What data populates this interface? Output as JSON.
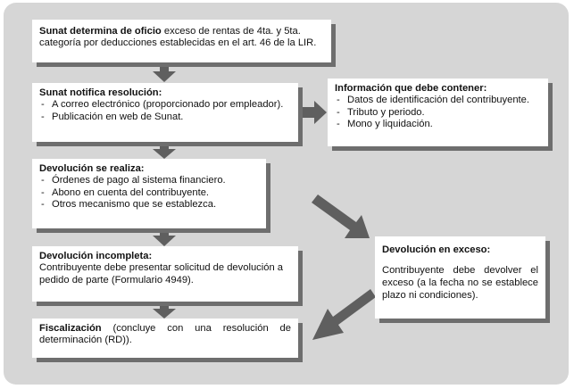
{
  "box1": {
    "head": "Sunat determina de oficio",
    "text": "exceso de rentas de 4ta. y 5ta. categoría por deducciones establecidas en el art. 46 de la LIR."
  },
  "box2": {
    "head": "Sunat notifica resolución:",
    "items": [
      "A correo electrónico (proporcionado por empleador).",
      "Publicación en web de Sunat."
    ]
  },
  "box3": {
    "head": "Información que debe contener:",
    "items": [
      "Datos de identificación del contribuyente.",
      "Tributo y periodo.",
      "Mono y liquidación."
    ]
  },
  "box4": {
    "head": "Devolución se realiza:",
    "items": [
      "Órdenes de pago al sistema financiero.",
      "Abono en cuenta del contribuyente.",
      "Otros mecanismo que se establezca."
    ]
  },
  "box5": {
    "head": "Devolución incompleta:",
    "text": "Contribuyente debe presentar solicitud de devolución a pedido de parte (Formulario 4949)."
  },
  "box6": {
    "head": "Devolución en exceso:",
    "text": "Contribuyente debe devolver el exceso (a la fecha no se establece plazo ni condiciones)."
  },
  "box7": {
    "head": "Fiscalización",
    "text": "(concluye con una resolución de determinación (RD))."
  },
  "colors": {
    "panel": "#d6d6d6",
    "arrow": "#5f5f5f",
    "shadow": "#6e6e6e"
  }
}
